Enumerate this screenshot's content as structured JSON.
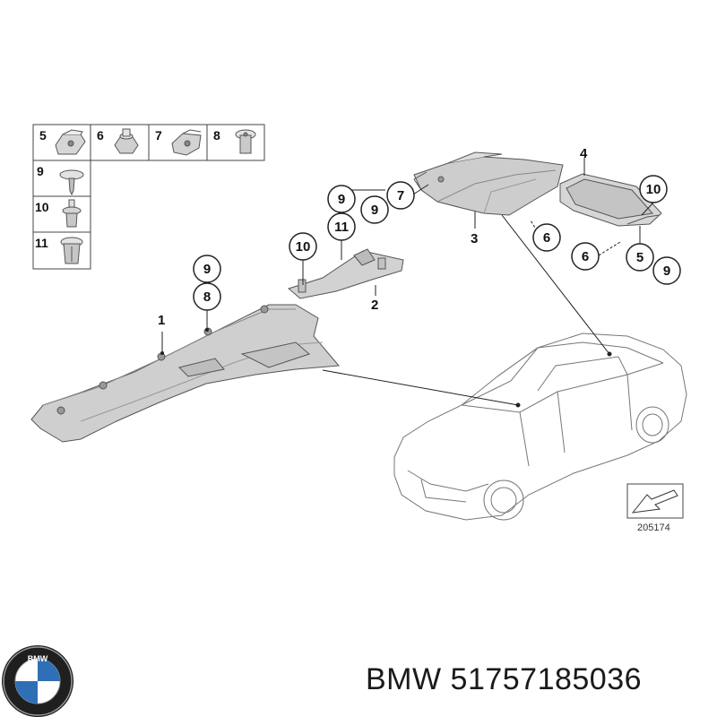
{
  "legend": {
    "cells": [
      {
        "label": "5",
        "part": "clip-nut"
      },
      {
        "label": "6",
        "part": "hex-nut"
      },
      {
        "label": "7",
        "part": "clip-nut"
      },
      {
        "label": "8",
        "part": "expanding-rivet"
      },
      {
        "label": "9",
        "part": "screw"
      },
      {
        "label": "10",
        "part": "push-rivet"
      },
      {
        "label": "11",
        "part": "expanding-nut"
      }
    ]
  },
  "callouts": {
    "c1": "1",
    "c2": "2",
    "c3": "3",
    "c4": "4",
    "c9_main": "9",
    "c8_main": "8",
    "c10_bracket": "10",
    "c9_bracket": "9",
    "c11_bracket": "11",
    "c9_duct": "9",
    "c7_duct": "7",
    "c6_duct": "6",
    "c10_tray": "10",
    "c6_tray": "6",
    "c5_tray": "5",
    "c9_tray": "9"
  },
  "reference_number": "205174",
  "logo": {
    "text": "BMW"
  },
  "part_number_line": "BMW 51757185036"
}
